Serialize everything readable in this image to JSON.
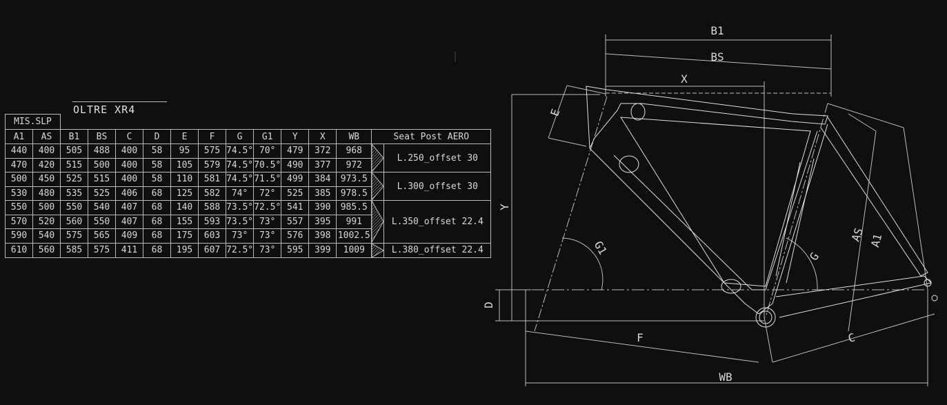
{
  "title": "OLTRE XR4",
  "group_header": "MIS.SLP",
  "columns": [
    "A1",
    "AS",
    "B1",
    "BS",
    "C",
    "D",
    "E",
    "F",
    "G",
    "G1",
    "Y",
    "X",
    "WB"
  ],
  "seat_post_header": "Seat Post  AERO",
  "rows": [
    [
      "440",
      "400",
      "505",
      "488",
      "400",
      "58",
      "95",
      "575",
      "74.5°",
      "70°",
      "479",
      "372",
      "968"
    ],
    [
      "470",
      "420",
      "515",
      "500",
      "400",
      "58",
      "105",
      "579",
      "74.5°",
      "70.5°",
      "490",
      "377",
      "972"
    ],
    [
      "500",
      "450",
      "525",
      "515",
      "400",
      "58",
      "110",
      "581",
      "74.5°",
      "71.5°",
      "499",
      "384",
      "973.5"
    ],
    [
      "530",
      "480",
      "535",
      "525",
      "406",
      "68",
      "125",
      "582",
      "74°",
      "72°",
      "525",
      "385",
      "978.5"
    ],
    [
      "550",
      "500",
      "550",
      "540",
      "407",
      "68",
      "140",
      "588",
      "73.5°",
      "72.5°",
      "541",
      "390",
      "985.5"
    ],
    [
      "570",
      "520",
      "560",
      "550",
      "407",
      "68",
      "155",
      "593",
      "73.5°",
      "73°",
      "557",
      "395",
      "991"
    ],
    [
      "590",
      "540",
      "575",
      "565",
      "409",
      "68",
      "175",
      "603",
      "73°",
      "73°",
      "576",
      "398",
      "1002.5"
    ],
    [
      "610",
      "560",
      "585",
      "575",
      "411",
      "68",
      "195",
      "607",
      "72.5°",
      "73°",
      "595",
      "399",
      "1009"
    ]
  ],
  "seat_posts": [
    {
      "label": "L.250_offset 30",
      "rows": 2
    },
    {
      "label": "L.300_offset 30",
      "rows": 2
    },
    {
      "label": "L.350_offset 22.4",
      "rows": 3
    },
    {
      "label": "L.380_offset 22.4",
      "rows": 1
    }
  ],
  "diagram_labels": {
    "B1": "B1",
    "BS": "BS",
    "X": "X",
    "E": "E",
    "Y": "Y",
    "G1": "G1",
    "G": "G",
    "AS": "AS",
    "A1": "A1",
    "D": "D",
    "F": "F",
    "C": "C",
    "WB": "WB"
  }
}
